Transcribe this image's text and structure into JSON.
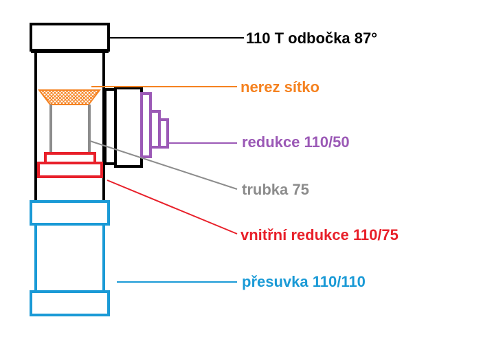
{
  "labels": {
    "tee": "110 T odbočka 87°",
    "strainer": "nerez sítko",
    "reducer": "redukce 110/50",
    "tube": "trubka 75",
    "inner_reducer": "vnitřní redukce 110/75",
    "coupler": "přesuvka 110/110"
  },
  "colors": {
    "tee": "#000000",
    "strainer": "#f58220",
    "reducer": "#9b59b6",
    "tube": "#8c8c8c",
    "inner_reducer": "#e8202a",
    "coupler": "#1a9ad6"
  }
}
